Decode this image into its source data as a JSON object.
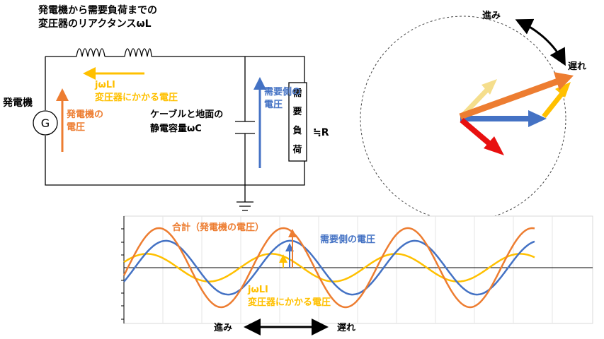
{
  "circuit": {
    "title_line1": "発電機から需要負荷までの",
    "title_line2": "変圧器のリアクタンスωL",
    "generator_label": "発電機",
    "generator_symbol": "G",
    "gen_voltage_line1": "発電機の",
    "gen_voltage_line2": "電圧",
    "jwli_label": "jωLI",
    "transformer_voltage_label": "変圧器にかかる電圧",
    "cable_line1": "ケーブルと地面の",
    "cable_line2": "静電容量ωC",
    "demand_voltage_line1": "需要側の",
    "demand_voltage_line2": "電圧",
    "load_chars": [
      "需",
      "要",
      "負",
      "荷"
    ],
    "r_label": "≒R"
  },
  "phasor": {
    "lead_label": "進み",
    "lag_label": "遅れ"
  },
  "waveform": {
    "total_label": "合計（発電機の電圧）",
    "demand_label": "需要側の電圧",
    "jwli_label": "jωLI",
    "transformer_label": "変圧器にかかる電圧",
    "lead_label": "進み",
    "lag_label": "遅れ"
  },
  "colors": {
    "orange": "#ED7D31",
    "blue": "#4472C4",
    "yellow": "#FFC000",
    "light_yellow": "#F5DE8C",
    "red": "#E81010",
    "line": "#000000"
  },
  "chart_data": {
    "type": "line",
    "series": [
      {
        "name": "合計（発電機の電圧）",
        "amplitude": 1.0,
        "phase_deg": 20
      },
      {
        "name": "需要側の電圧",
        "amplitude": 0.68,
        "phase_deg": 0
      },
      {
        "name": "jωLI",
        "amplitude": 0.35,
        "phase_deg": 55
      }
    ],
    "x_periods": 3.3,
    "grid": true
  }
}
